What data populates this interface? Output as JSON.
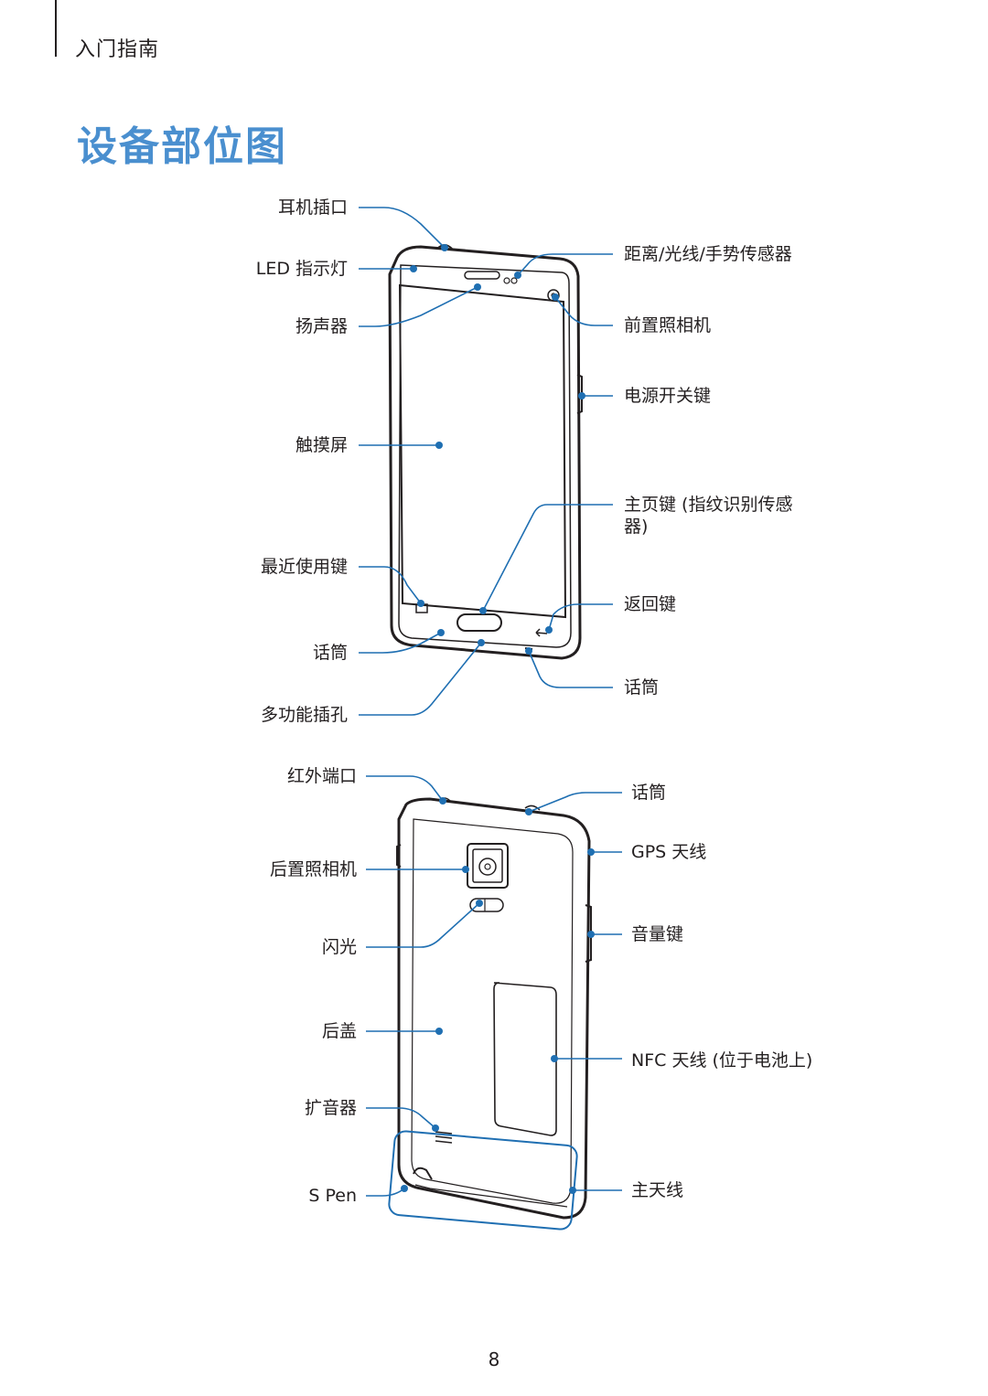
{
  "header": {
    "title": "入门指南"
  },
  "page_title": "设备部位图",
  "front_labels": {
    "left": [
      "耳机插口",
      "LED 指示灯",
      "扬声器",
      "触摸屏",
      "最近使用键",
      "话筒",
      "多功能插孔"
    ],
    "right": [
      "距离/光线/手势传感器",
      "前置照相机",
      "电源开关键",
      "主页键 (指纹识别传感器)",
      "返回键",
      "话筒"
    ]
  },
  "back_labels": {
    "left": [
      "红外端口",
      "后置照相机",
      "闪光",
      "后盖",
      "扩音器",
      "S Pen"
    ],
    "right": [
      "话筒",
      "GPS 天线",
      "音量键",
      "NFC 天线 (位于电池上)",
      "主天线"
    ]
  },
  "page_number": "8",
  "colors": {
    "accent": "#4a8fcf",
    "leader": "#1f6fb2",
    "outline": "#231f20"
  }
}
